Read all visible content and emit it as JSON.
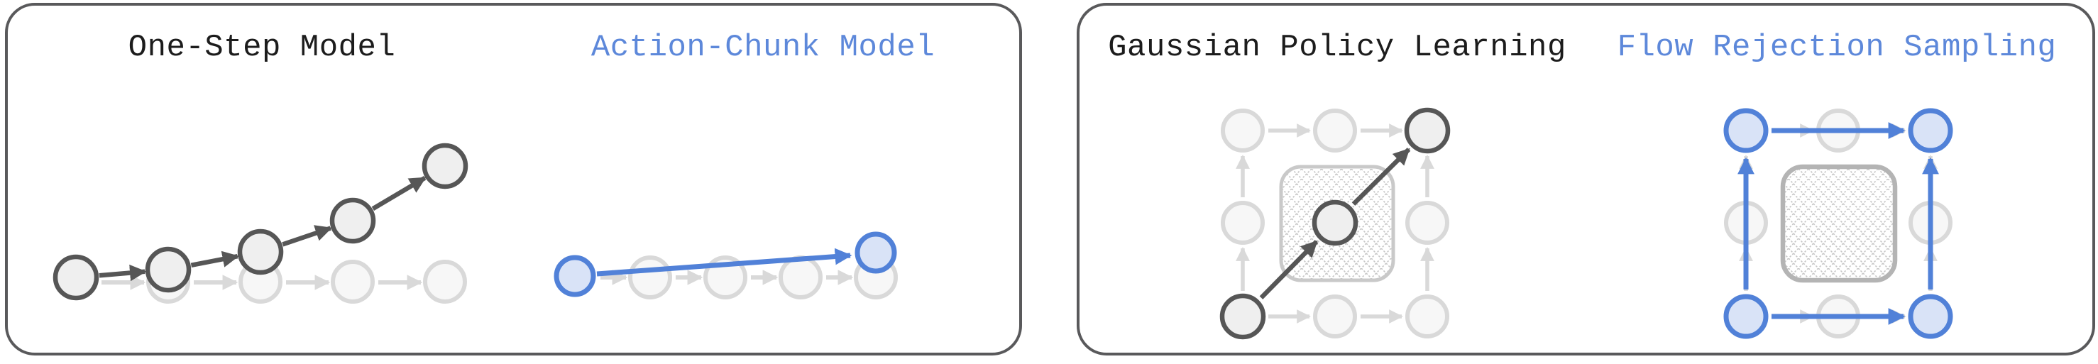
{
  "figure": {
    "description_titles_only": "",
    "panels": [
      {
        "titles": [
          {
            "label": "One-Step Model",
            "color_role": "dark"
          },
          {
            "label": "Action-Chunk Model",
            "color_role": "blue"
          }
        ]
      },
      {
        "titles": [
          {
            "label": "Gaussian Policy Learning",
            "color_role": "dark"
          },
          {
            "label": "Flow Rejection Sampling",
            "color_role": "blue"
          }
        ]
      }
    ]
  },
  "theme": {
    "panel_border": "#59595b",
    "black_text": "#1c1c1c",
    "blue_text": "#5d88da",
    "dark": "#565656",
    "dark_fill": "#efefef",
    "faded_stroke": "#d9d9d9",
    "faded_fill": "#f7f7f7",
    "faded_arrow": "#d9d9d9",
    "blue": "#5181d8",
    "blue_fill": "#d9e3f7",
    "hatch_line": "#c6c6c6",
    "hatch_border_left": "#c9c9c9",
    "hatch_border_right": "#b4b4b4"
  }
}
